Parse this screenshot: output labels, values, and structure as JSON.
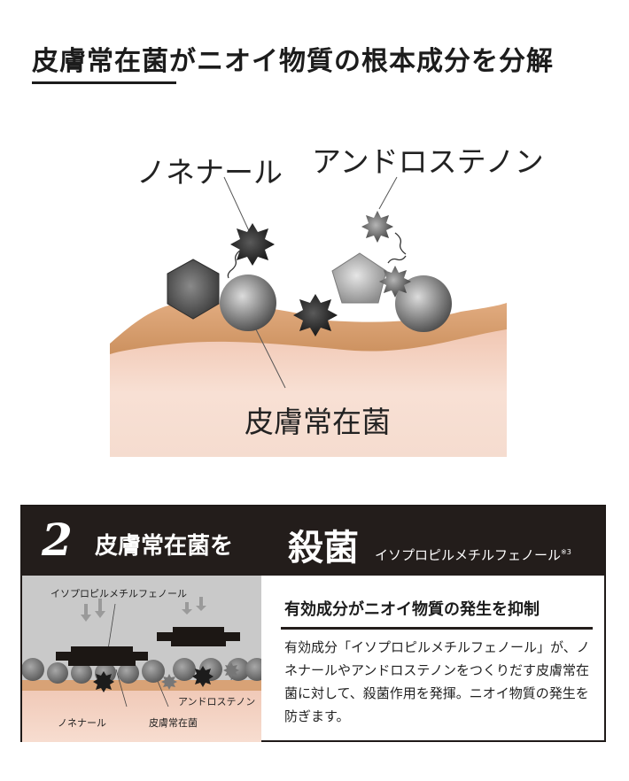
{
  "header": {
    "title": "皮膚常在菌がニオイ物質の根本成分を分解"
  },
  "diagram": {
    "label_nonenal": "ノネナール",
    "label_androstenone": "アンドロステノン",
    "label_bacteria": "皮膚常在菌"
  },
  "panel": {
    "number": "2",
    "title": "皮膚常在菌を",
    "title_emphasis": "殺菌",
    "ingredient": "イソプロピルメチルフェノール",
    "ingredient_note": "※3",
    "mini": {
      "label_ingredient": "イソプロピルメチルフェノール",
      "label_androstenone": "アンドロステノン",
      "label_nonenal": "ノネナール",
      "label_bacteria": "皮膚常在菌"
    },
    "heading": "有効成分がニオイ物質の発生を抑制",
    "body": "有効成分「イソプロピルメチルフェノール」が、ノネナールやアンドロステノンをつくりだす皮膚常在菌に対して、殺菌作用を発揮。ニオイ物質の発生を防ぎます。"
  },
  "colors": {
    "dark": "#231d1b",
    "skin_top": "#d9a274",
    "skin_body": "#f6d9cc",
    "bacteria_gray": "#8a8a8a",
    "mini_bg": "#c9c9c9"
  },
  "icons": [
    "hexagon-molecule-icon",
    "pentagon-molecule-icon",
    "spiky-molecule-icon",
    "bacteria-sphere-icon",
    "down-arrow-icon"
  ]
}
